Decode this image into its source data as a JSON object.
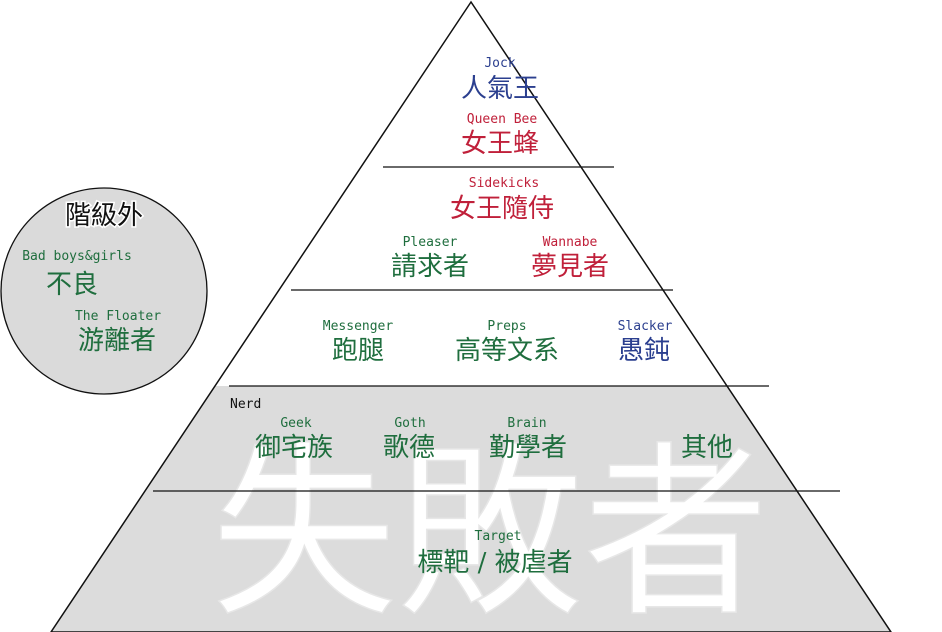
{
  "colors": {
    "blue": "#2b3f8f",
    "red": "#c0203a",
    "green": "#1f6e3e",
    "black": "#111111",
    "shade": "#dcdcdc",
    "circle_fill": "#dadada"
  },
  "outcast": {
    "title": "階級外",
    "bad": {
      "en": "Bad boys&girls",
      "zh": "不良"
    },
    "floater": {
      "en": "The Floater",
      "zh": "游離者"
    }
  },
  "pyramid": {
    "jock": {
      "en": "Jock",
      "zh": "人氣王"
    },
    "queen_bee": {
      "en": "Queen Bee",
      "zh": "女王蜂"
    },
    "sidekicks": {
      "en": "Sidekicks",
      "zh": "女王隨侍"
    },
    "pleaser": {
      "en": "Pleaser",
      "zh": "請求者"
    },
    "wannabe": {
      "en": "Wannabe",
      "zh": "夢見者"
    },
    "messenger": {
      "en": "Messenger",
      "zh": "跑腿"
    },
    "preps": {
      "en": "Preps",
      "zh": "高等文系"
    },
    "slacker": {
      "en": "Slacker",
      "zh": "愚鈍"
    },
    "nerd_label": "Nerd",
    "geek": {
      "en": "Geek",
      "zh": "御宅族"
    },
    "goth": {
      "en": "Goth",
      "zh": "歌德"
    },
    "brain": {
      "en": "Brain",
      "zh": "勤學者"
    },
    "other": {
      "zh": "其他"
    },
    "target": {
      "en": "Target",
      "zh": "標靶 / 被虐者"
    },
    "loser_watermark": "失敗者"
  }
}
